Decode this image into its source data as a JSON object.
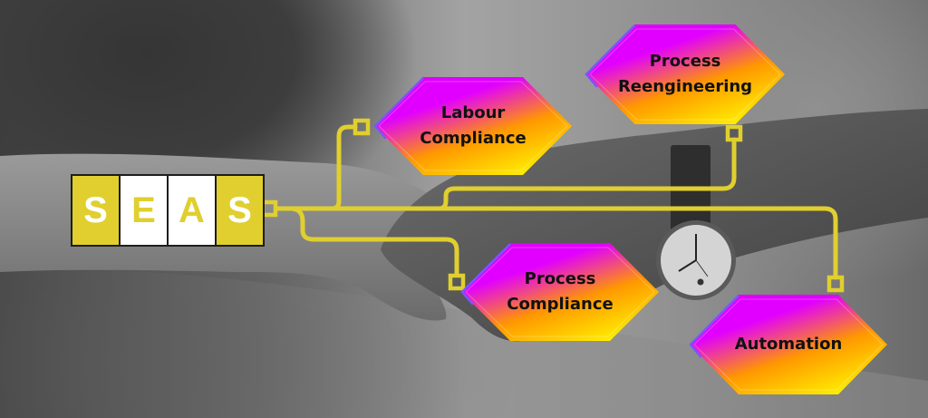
{
  "logo": {
    "letters": [
      "S",
      "E",
      "A",
      "S"
    ],
    "colors": {
      "yellow": "#e0cf2e",
      "white": "#ffffff",
      "border": "#1d1d1d"
    }
  },
  "nodes": [
    {
      "id": "labour-compliance",
      "lines": [
        "Labour",
        "Compliance"
      ]
    },
    {
      "id": "process-reengineering",
      "lines": [
        "Process",
        "Reengineering"
      ]
    },
    {
      "id": "process-compliance",
      "lines": [
        "Process",
        "Compliance"
      ]
    },
    {
      "id": "automation",
      "lines": [
        "Automation"
      ]
    }
  ],
  "style": {
    "connector_color": "#e0cf2e",
    "hex_gradient": [
      "#e100ff",
      "#ff9800",
      "#ffee00"
    ],
    "hex_top_edge": [
      "#22e7c4",
      "#31a8ff"
    ]
  },
  "background": {
    "description": "Black and white photo of two hands touching, one wearing a wristwatch"
  }
}
